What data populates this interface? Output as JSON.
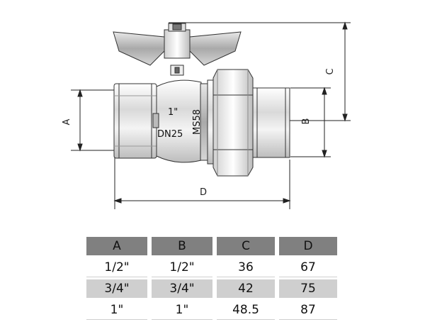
{
  "drawing": {
    "dim_labels": {
      "a": "A",
      "b": "B",
      "c": "C",
      "d": "D"
    },
    "body_marks": {
      "size": "1\"",
      "dn": "DN25",
      "material": "MS58"
    }
  },
  "table": {
    "headers": [
      "A",
      "B",
      "C",
      "D"
    ],
    "rows": [
      [
        "1/2\"",
        "1/2\"",
        "36",
        "67"
      ],
      [
        "3/4\"",
        "3/4\"",
        "42",
        "75"
      ],
      [
        "1\"",
        "1\"",
        "48.5",
        "87"
      ]
    ]
  }
}
